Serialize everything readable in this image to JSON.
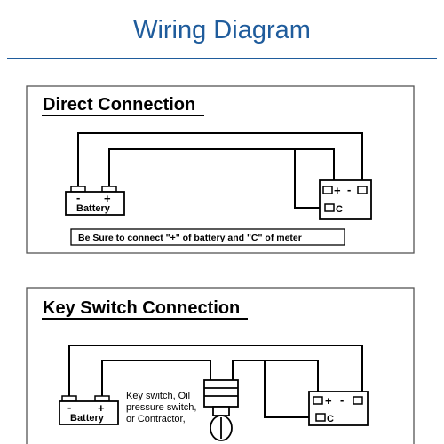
{
  "title": "Wiring Diagram",
  "direct": {
    "heading": "Direct Connection",
    "battery_label": "Battery",
    "battery_minus": "-",
    "battery_plus": "+",
    "meter_minus": "-",
    "meter_plus": "+",
    "meter_c": "C",
    "note": "Be Sure to connect \"+\" of battery and \"C\" of meter"
  },
  "keyswitch": {
    "heading": "Key Switch Connection",
    "battery_label": "Battery",
    "battery_minus": "-",
    "battery_plus": "+",
    "meter_minus": "-",
    "meter_plus": "+",
    "meter_c": "C",
    "switch_desc": [
      "Key switch, Oil",
      "pressure switch,",
      "or Contractor,"
    ]
  }
}
